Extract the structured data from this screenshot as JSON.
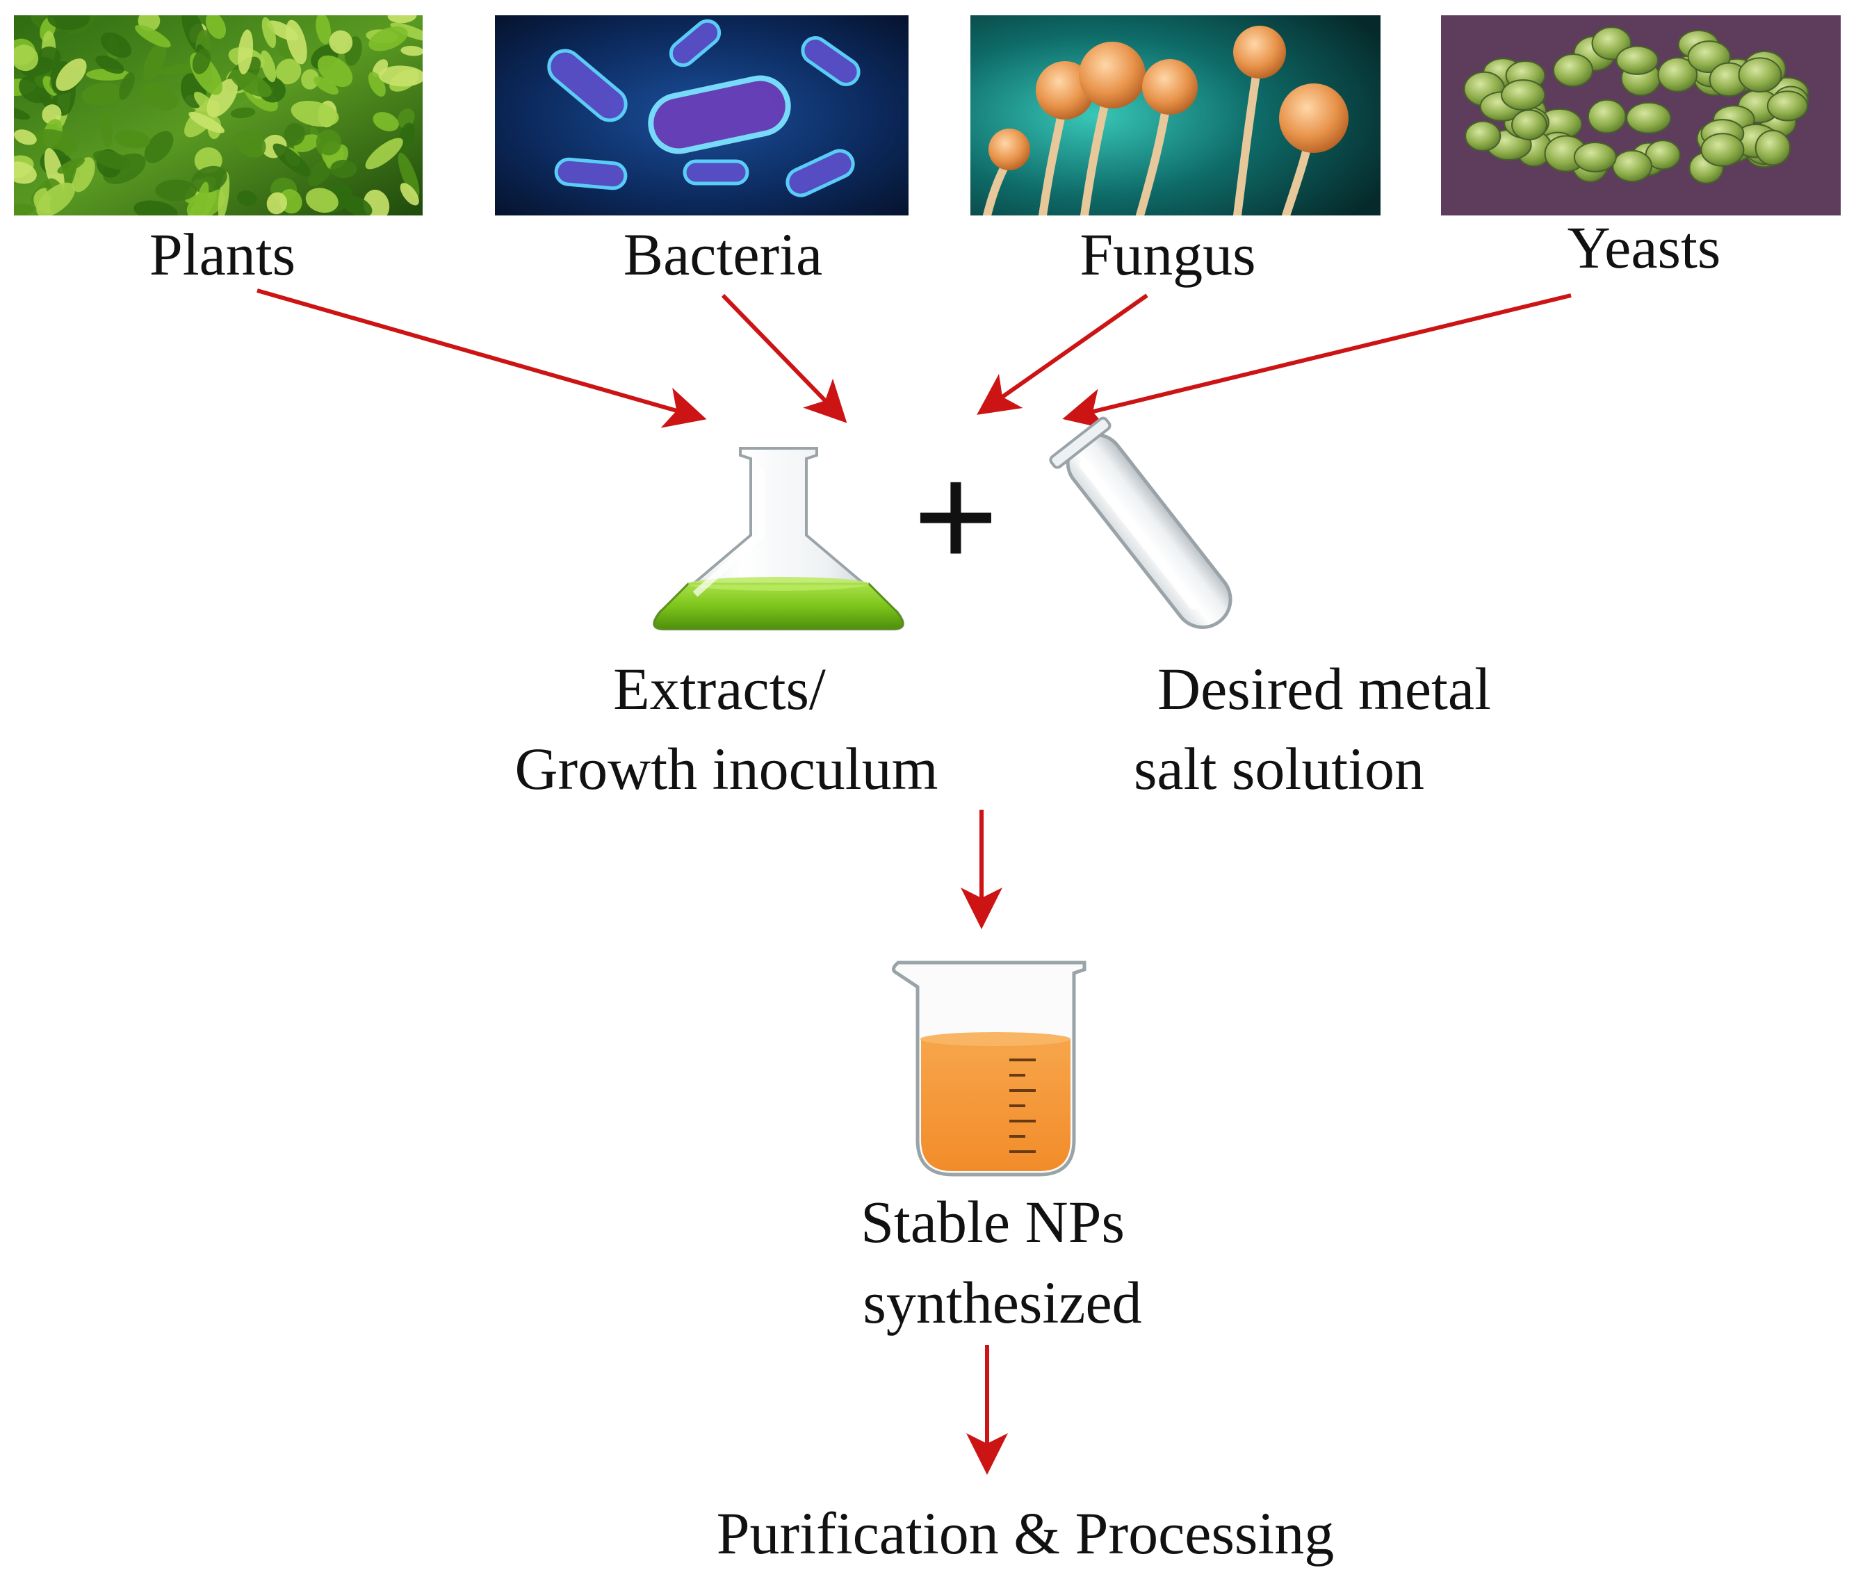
{
  "sources": [
    {
      "label": "Plants",
      "icon": "plants-photo-icon"
    },
    {
      "label": "Bacteria",
      "icon": "bacteria-photo-icon"
    },
    {
      "label": "Fungus",
      "icon": "fungus-photo-icon"
    },
    {
      "label": "Yeasts",
      "icon": "yeasts-photo-icon"
    }
  ],
  "mix": {
    "plus": "+",
    "extracts_line1": "Extracts/",
    "extracts_line2": "Growth inoculum",
    "salt_line1": "Desired metal",
    "salt_line2": "salt solution"
  },
  "product": {
    "line1": "Stable NPs",
    "line2": "synthesized"
  },
  "final_step": "Purification & Processing",
  "colors": {
    "arrow": "#cc1414",
    "extract_liquid": "#7cc41a",
    "np_liquid": "#f39b3a",
    "text": "#111111"
  }
}
